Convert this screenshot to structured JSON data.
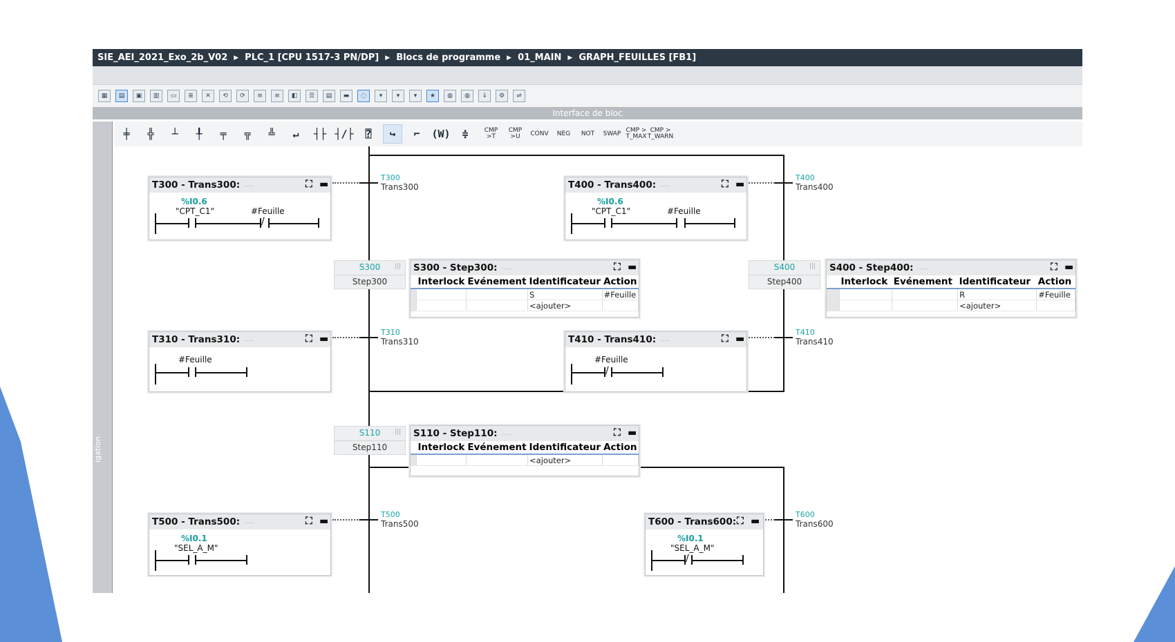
{
  "breadcrumb": [
    "SIE_AEI_2021_Exo_2b_V02",
    "PLC_1 [CPU 1517-3 PN/DP]",
    "Blocs de programme",
    "01_MAIN",
    "GRAPH_FEUILLES [FB1]"
  ],
  "interface_bar": "Interface de bloc",
  "side_tab": "igation",
  "toolbar2_text_buttons": [
    "CMP >T",
    "CMP >U",
    "CONV",
    "NEG",
    "NOT",
    "SWAP",
    "CMP > T_MAX",
    "CMP > T_WARN"
  ],
  "table_headers": {
    "interlock": "Interlock",
    "event": "Evénement",
    "id": "Identificateur",
    "action": "Action"
  },
  "transitions": {
    "t300": {
      "title": "T300 - Trans300:",
      "label": "T300",
      "name": "Trans300",
      "addr": "%I0.6",
      "op1": "\"CPT_C1\"",
      "op2": "#Feuille"
    },
    "t400": {
      "title": "T400 - Trans400:",
      "label": "T400",
      "name": "Trans400",
      "addr": "%I0.6",
      "op1": "\"CPT_C1\"",
      "op2": "#Feuille"
    },
    "t310": {
      "title": "T310 - Trans310:",
      "label": "T310",
      "name": "Trans310",
      "op1": "#Feuille"
    },
    "t410": {
      "title": "T410 - Trans410:",
      "label": "T410",
      "name": "Trans410",
      "op1": "#Feuille"
    },
    "t500": {
      "title": "T500 - Trans500:",
      "label": "T500",
      "name": "Trans500",
      "addr": "%I0.1",
      "op1": "\"SEL_A_M\""
    },
    "t600": {
      "title": "T600 - Trans600:",
      "label": "T600",
      "name": "Trans600",
      "addr": "%I0.1",
      "op1": "\"SEL_A_M\""
    }
  },
  "steps": {
    "s300": {
      "num": "S300",
      "name": "Step300",
      "title": "S300 - Step300:",
      "rows": [
        {
          "id": "S",
          "action": "#Feuille"
        },
        {
          "id": "<ajouter>",
          "action": ""
        }
      ]
    },
    "s400": {
      "num": "S400",
      "name": "Step400",
      "title": "S400 - Step400:",
      "rows": [
        {
          "id": "R",
          "action": "#Feuille"
        },
        {
          "id": "<ajouter>",
          "action": ""
        }
      ]
    },
    "s110": {
      "num": "S110",
      "name": "Step110",
      "title": "S110 - Step110:",
      "rows": [
        {
          "id": "<ajouter>",
          "action": ""
        }
      ]
    }
  },
  "colors": {
    "titlebar": "#2d3845",
    "address": "#1a9ea3",
    "slide_accent": "#5b8fd8"
  }
}
